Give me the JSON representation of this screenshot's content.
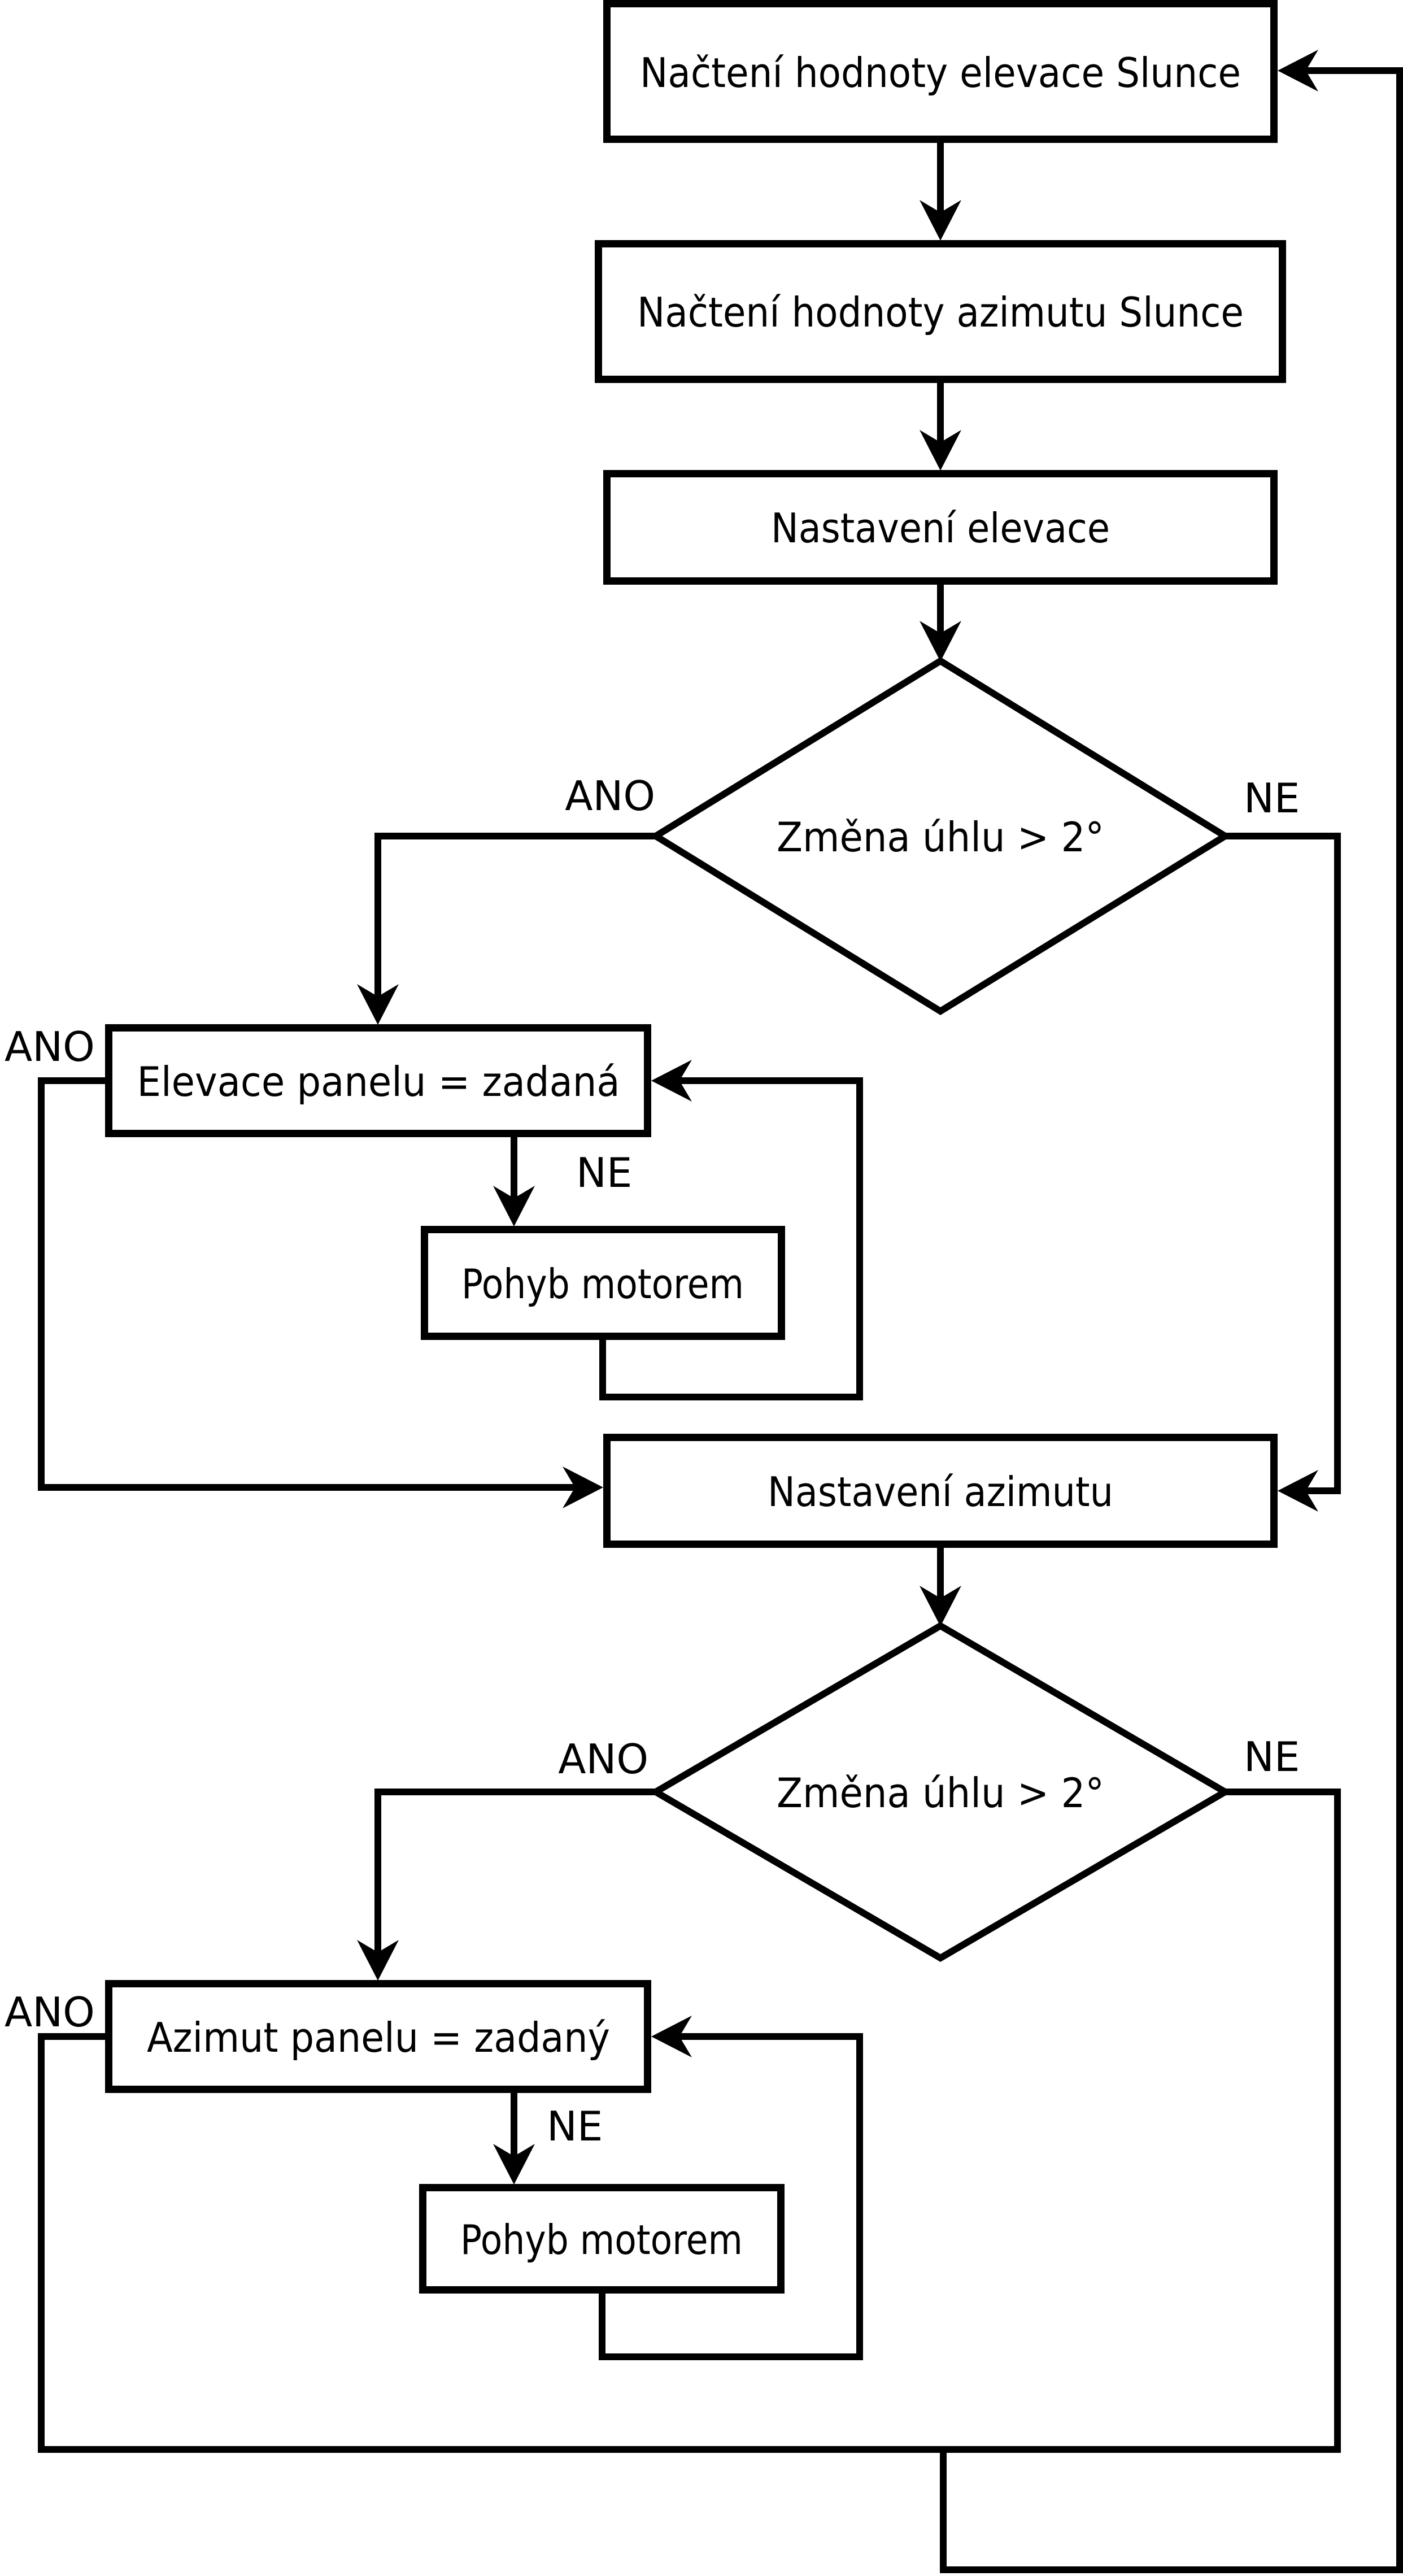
{
  "flowchart": {
    "colors": {
      "stroke": "#000000",
      "background": "#ffffff"
    },
    "nodes": {
      "read_elevation": {
        "type": "process",
        "label": "Načtení hodnoty elevace Slunce"
      },
      "read_azimuth": {
        "type": "process",
        "label": "Načtení hodnoty azimutu Slunce"
      },
      "set_elevation": {
        "type": "process",
        "label": "Nastavení elevace"
      },
      "elevation_check": {
        "type": "decision",
        "label": "Změna úhlu > 2°"
      },
      "elevation_equal": {
        "type": "process",
        "label": "Elevace panelu = zadaná"
      },
      "motor_elevation": {
        "type": "process",
        "label": "Pohyb motorem"
      },
      "set_azimuth": {
        "type": "process",
        "label": "Nastavení azimutu"
      },
      "azimuth_check": {
        "type": "decision",
        "label": "Změna úhlu > 2°"
      },
      "azimuth_equal": {
        "type": "process",
        "label": "Azimut panelu = zadaný"
      },
      "motor_azimuth": {
        "type": "process",
        "label": "Pohyb motorem"
      }
    },
    "branch_labels": {
      "yes": "ANO",
      "no": "NE"
    }
  }
}
